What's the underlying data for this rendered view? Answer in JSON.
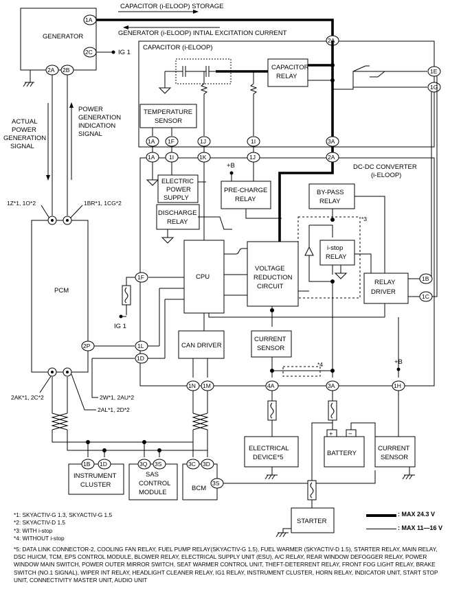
{
  "top_arrows": {
    "storage": "CAPACITOR (i-ELOOP) STORAGE",
    "excitation": "GENERATOR (i-ELOOP) INTIAL EXCITATION CURRENT"
  },
  "generator": {
    "title": "GENERATOR",
    "ig1": "IG 1",
    "pins": [
      "1A",
      "2C",
      "2A",
      "2B"
    ]
  },
  "signals": {
    "actual": [
      "ACTUAL",
      "POWER",
      "GENERATION",
      "SIGNAL"
    ],
    "power": [
      "POWER",
      "GENERATION",
      "INDICATION",
      "SIGNAL"
    ]
  },
  "pcm": {
    "title": "PCM",
    "ig1": "IG 1",
    "pins": [
      "2P"
    ],
    "conn_left": "1Z*1, 1O*2",
    "conn_right": "1BR*1, 1CG*2",
    "bottom_left": "2AK*1, 2C*2",
    "lbl_2w": "2W*1, 2AU*2",
    "lbl_2al": "2AL*1, 2D*2"
  },
  "capacitor": {
    "title": "CAPACITOR (i-ELOOP)",
    "relay": [
      "CAPACITOR",
      "RELAY"
    ],
    "temp_sensor": [
      "TEMPERATURE",
      "SENSOR"
    ],
    "pins": [
      "2A",
      "1E",
      "1G",
      "1A",
      "1F",
      "1J",
      "1I",
      "3A"
    ]
  },
  "dcdc": {
    "title": [
      "DC-DC CONVERTER",
      "(i-ELOOP)"
    ],
    "plus_b": "+B",
    "pins_top": [
      "1A",
      "1I",
      "1K",
      "1J",
      "2A"
    ],
    "elec_supply": [
      "ELECTRIC",
      "POWER",
      "SUPPLY"
    ],
    "precharge": [
      "PRE-CHARGE",
      "RELAY"
    ],
    "bypass": [
      "BY-PASS",
      "RELAY"
    ],
    "discharge": [
      "DISCHARGE",
      "RELAY"
    ],
    "istop": [
      "i-stop",
      "RELAY"
    ],
    "note3": "*3",
    "note4": "*4",
    "cpu": "CPU",
    "vrc": [
      "VOLTAGE",
      "REDUCTION",
      "CIRCUIT"
    ],
    "relay_driver": [
      "RELAY",
      "DRIVER"
    ],
    "can_driver": "CAN DRIVER",
    "current_sensor": [
      "CURRENT",
      "SENSOR"
    ],
    "pins_side": [
      "1F",
      "1L",
      "1D",
      "1B",
      "1C"
    ],
    "pins_bottom": [
      "1N",
      "1M",
      "4A",
      "3A",
      "1H"
    ]
  },
  "bottom": {
    "instrument": {
      "lines": [
        "INSTRUMENT",
        "CLUSTER"
      ],
      "pins": [
        "1B",
        "1D"
      ]
    },
    "sas": {
      "lines": [
        "SAS",
        "CONTROL",
        "MODULE"
      ],
      "pins": [
        "3Q",
        "3S"
      ]
    },
    "bcm": {
      "label": "BCM",
      "pins": [
        "3C",
        "3D",
        "3S"
      ]
    },
    "electrical": {
      "lines": [
        "ELECTRICAL",
        "DEVICE*5"
      ]
    },
    "battery": {
      "label": "BATTERY",
      "plus": "+",
      "minus": "−"
    },
    "current_sensor": {
      "lines": [
        "CURRENT",
        "SENSOR"
      ]
    },
    "plus_b": "+B",
    "starter": "STARTER"
  },
  "legend": [
    {
      "label": ": MAX 24.3 V",
      "thick": true
    },
    {
      "label": ": MAX 11—16 V",
      "thick": false
    }
  ],
  "notes": [
    "*1: SKYACTIV-G 1.3, SKYACTIV-G 1.5",
    "*2: SKYACTIV-D 1.5",
    "*3: WITH i-stop",
    "*4: WITHOUT i-stop",
    "*5: DATA LINK CONNECTOR-2, COOLING FAN RELAY, FUEL PUMP RELAY(SKYACTIV-G 1.5), FUEL WARMER (SKYACTIV-D 1.5), STARTER RELAY, MAIN RELAY, DSC HU/CM, TCM, EPS CONTROL MODULE, BLOWER RELAY, ELECTRICAL SUPPLY UNIT (ESU), A/C RELAY, REAR WINDOW DEFOGGER RELAY, POWER WINDOW MAIN SWITCH, POWER OUTER MIRROR SWITCH, SEAT WARMER CONTROL UNIT, THEFT-DETERRENT RELAY, FRONT FOG LIGHT RELAY, BRAKE SWITCH (NO.1 SIGNAL), WIPER INT RELAY, HEADLIGHT CLEANER RELAY, IG1 RELAY, INSTRUMENT CLUSTER, HORN RELAY, INDICATOR UNIT, START STOP UNIT, CONNECTIVITY MASTER UNIT, AUDIO UNIT"
  ]
}
